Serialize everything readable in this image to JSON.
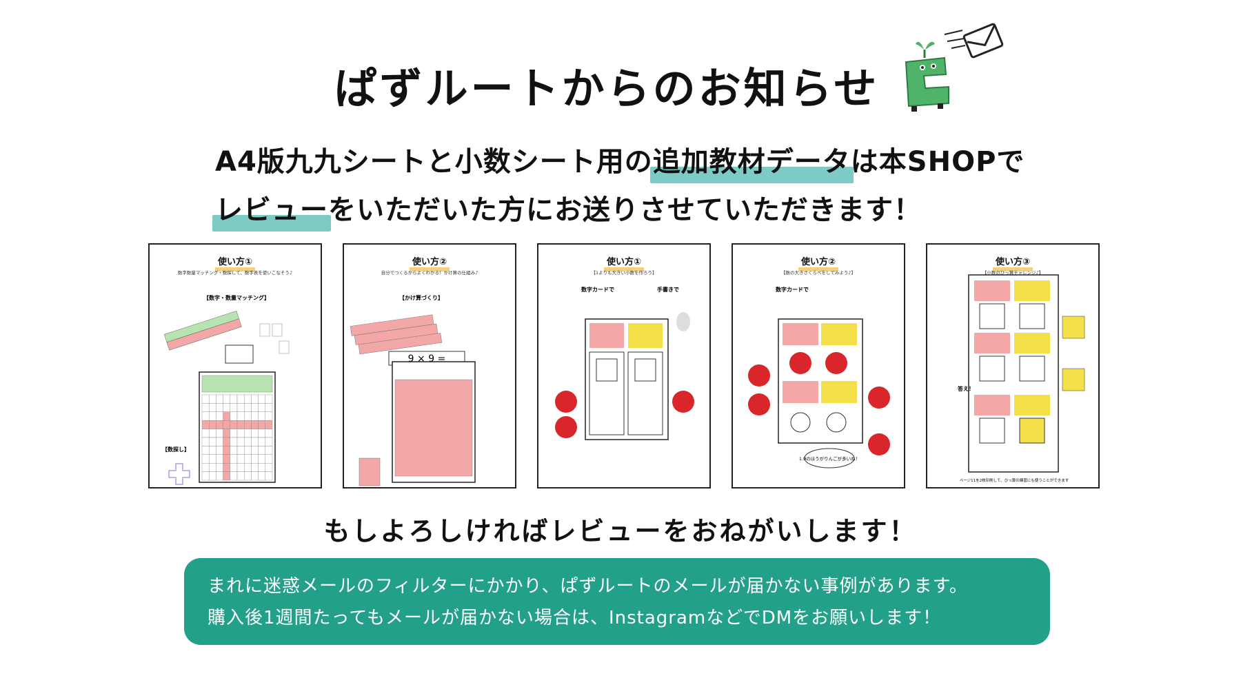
{
  "header": {
    "title": "ぱずルートからのお知らせ"
  },
  "lead": {
    "line1_a": "A4版九九シートと小数シート用の",
    "line1_hl": "追加教材データ",
    "line1_b": "は本SHOPで",
    "line2_hl": "レビュー",
    "line2_b": "をいただいた方にお送りさせていただきます！"
  },
  "thumbnails": [
    {
      "title": "使い方①",
      "sub": "数字数量マッチング・数探して、数字表を使いこなそう♪",
      "section": "【数字・数量マッチング】",
      "note": "【数探し】"
    },
    {
      "title": "使い方②",
      "sub": "自分でつくるからよくわかる！かけ算の仕組み♪",
      "section": "【かけ算づくり】",
      "note": "9 × 9 ="
    },
    {
      "title": "使い方①",
      "sub": "【1よりも大きい小数を作ろう】",
      "section": "数字カードで",
      "note": "手書きで"
    },
    {
      "title": "使い方②",
      "sub": "【数の大きさくらべをしてみよう♪】",
      "section": "数字カードで",
      "note": "1.9のほうがりんごが多いね！"
    },
    {
      "title": "使い方③",
      "sub": "【小数のひっ算チャレンジ♪】",
      "section": "答え！",
      "note": "ページ11を2枚印刷して、ひっ算の練習にも使うことができます"
    }
  ],
  "request": "もしよろしければレビューをおねがいします！",
  "notice": {
    "line1": "まれに迷惑メールのフィルターにかかり、ぱずルートのメールが届かない事例があります。",
    "line2": "購入後1週間たってもメールが届かない場合は、InstagramなどでDMをお願いします！"
  },
  "colors": {
    "highlight": "#67c2bc",
    "notice_bg": "#22a08a",
    "mascot_green": "#4fb36a",
    "table_pink": "#f4a7a7",
    "table_green": "#b7e3b0",
    "card_yellow": "#f3e04a",
    "apple_red": "#d8262b"
  },
  "icons": [
    "mascot-icon",
    "envelope-icon"
  ]
}
